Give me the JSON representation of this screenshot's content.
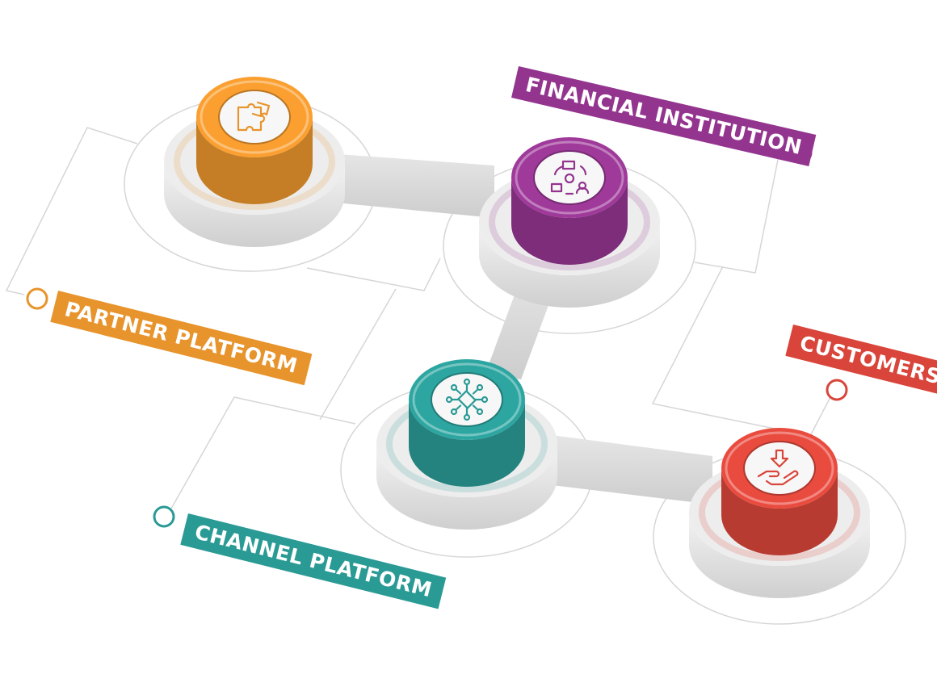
{
  "labels": {
    "partner": "PARTNER PLATFORM",
    "financial": "FINANCIAL INSTITUTION",
    "customers": "CUSTOMERS",
    "channel": "CHANNEL PLATFORM"
  },
  "colors": {
    "partner": "#e8942c",
    "financial": "#93358f",
    "customers": "#d9453a",
    "channel": "#2a9a95",
    "base": "#e3e3e3",
    "line": "#d4d4d4"
  },
  "icons": {
    "partner": "puzzle-icon",
    "financial": "workflow-cycle-icon",
    "channel": "network-hub-icon",
    "customers": "hand-receive-icon"
  }
}
